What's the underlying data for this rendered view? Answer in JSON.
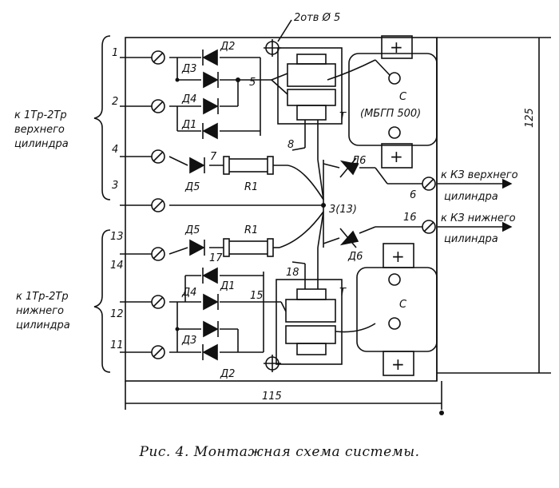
{
  "caption": "Рис. 4. Монтажная схема системы.",
  "dimensions": {
    "height": "125",
    "width": "115",
    "holes": "2отв Ø 5"
  },
  "groups": {
    "upper": [
      "к 1Тр-2Тр",
      "верхнего",
      "цилиндра"
    ],
    "lower": [
      "к 1Тр-2Тр",
      "нижнего",
      "цилиндра"
    ]
  },
  "outputs": {
    "upper": [
      "к КЗ верхнего",
      "цилиндра"
    ],
    "lower": [
      "к КЗ нижнего",
      "цилиндра"
    ]
  },
  "terminals": [
    "1",
    "2",
    "4",
    "3",
    "13",
    "14",
    "12",
    "11",
    "6",
    "16"
  ],
  "nodes": [
    "5",
    "7",
    "8",
    "3(13)",
    "17",
    "18",
    "15"
  ],
  "components": {
    "diodes": [
      "Д2",
      "Д3",
      "Д4",
      "Д1",
      "Д5",
      "Д6",
      "Д5",
      "Д6",
      "Д1",
      "Д4",
      "Д3",
      "Д2"
    ],
    "resistors": [
      "R1",
      "R1"
    ],
    "transistors": [
      "Т",
      "Т"
    ],
    "capacitors": [
      "С",
      "С"
    ],
    "capacitor_type": "(МБГП 500)",
    "plus_signs": [
      "+",
      "+",
      "+",
      "+"
    ]
  }
}
